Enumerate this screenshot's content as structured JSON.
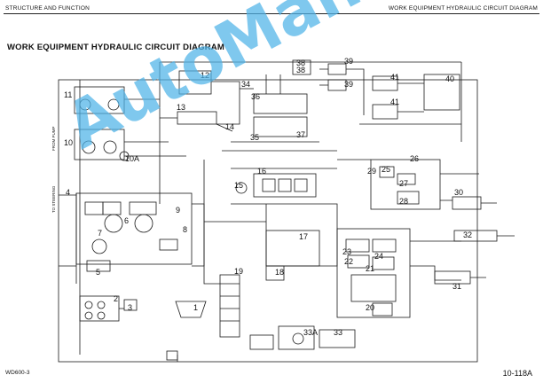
{
  "header": {
    "left": "STRUCTURE AND FUNCTION",
    "right": "WORK EQUIPMENT HYDRAULIC CIRCUIT DIAGRAM"
  },
  "title": "WORK EQUIPMENT HYDRAULIC CIRCUIT DIAGRAM",
  "footer": {
    "left": "WD600-3",
    "right": "10-118A"
  },
  "watermark": "AutoManual",
  "callouts": {
    "n1": "1",
    "n2": "2",
    "n3": "3",
    "n4": "4",
    "n5": "5",
    "n6": "6",
    "n7": "7",
    "n8": "8",
    "n9": "9",
    "n10": "10",
    "n10a": "10A",
    "n11": "11",
    "n12": "12",
    "n13": "13",
    "n14": "14",
    "n15": "15",
    "n16": "16",
    "n17": "17",
    "n18": "18",
    "n19": "19",
    "n20": "20",
    "n21": "21",
    "n22": "22",
    "n23": "23",
    "n24": "24",
    "n25": "25",
    "n26": "26",
    "n27": "27",
    "n28": "28",
    "n29": "29",
    "n30": "30",
    "n31": "31",
    "n32": "32",
    "n33": "33",
    "n33a": "33A",
    "n34": "34",
    "n35": "35",
    "n36": "36",
    "n37": "37",
    "n38": "38",
    "n39": "39",
    "n40": "40",
    "n41": "41",
    "n39b": "39",
    "n41b": "41",
    "n38b": "38"
  },
  "colors": {
    "line": "#1a1a1a",
    "watermark": "#4fb3e8"
  }
}
